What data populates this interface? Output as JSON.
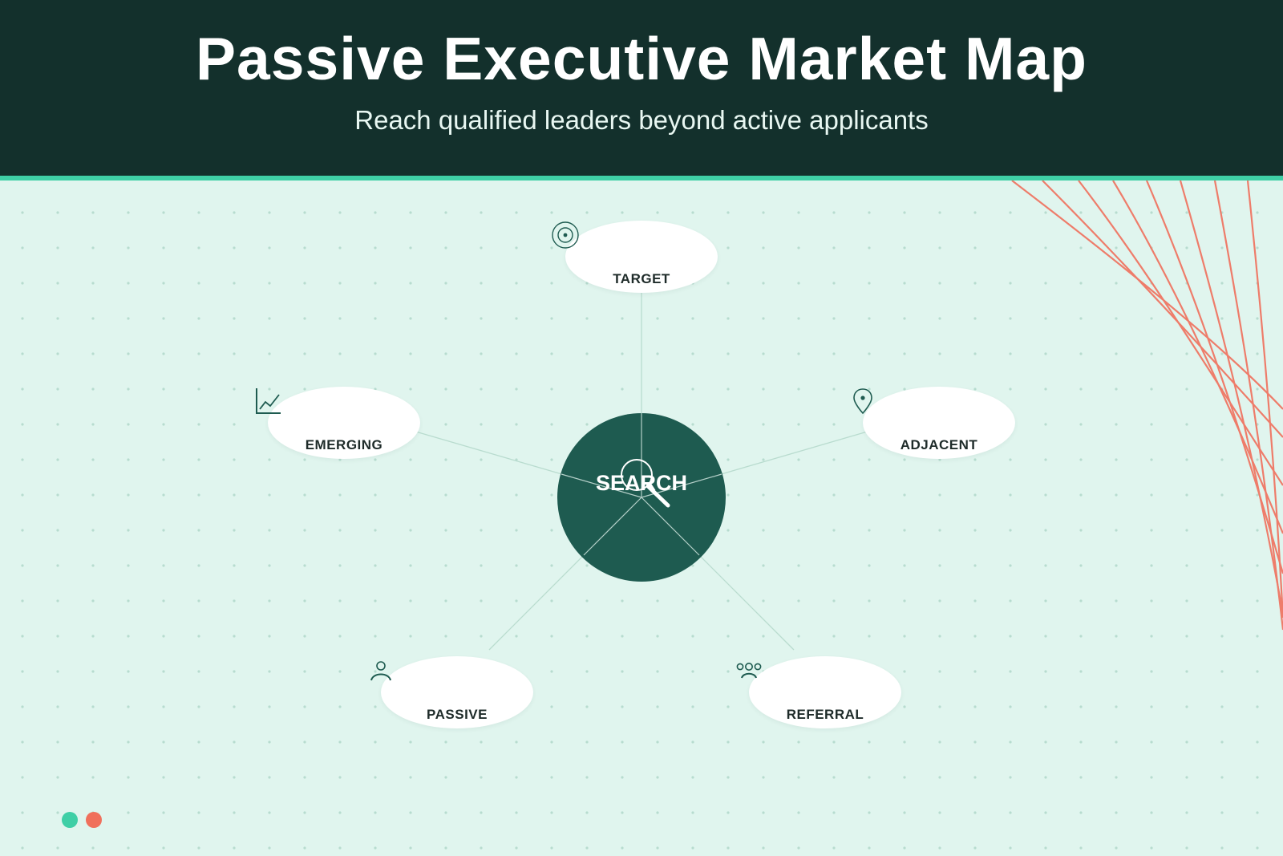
{
  "header": {
    "title": "Passive Executive Market Map",
    "subtitle": "Reach qualified leaders beyond active applicants"
  },
  "diagram": {
    "center": {
      "label": "SEARCH",
      "icon": "magnifier-icon"
    },
    "nodes": [
      {
        "label": "TARGET",
        "icon": "target-icon"
      },
      {
        "label": "ADJACENT",
        "icon": "location-pin-icon"
      },
      {
        "label": "REFERRAL",
        "icon": "people-group-icon"
      },
      {
        "label": "PASSIVE",
        "icon": "person-icon"
      },
      {
        "label": "EMERGING",
        "icon": "line-chart-icon"
      }
    ]
  },
  "colors": {
    "header_bg": "#13302c",
    "header_rule": "#3fcfa6",
    "canvas_bg": "#e0f5ee",
    "hub_fill": "#1e5b50",
    "accent_coral": "#f0705c",
    "accent_teal": "#3fcfa6",
    "node_fill": "#ffffff"
  },
  "footer": {
    "indicators": [
      "teal",
      "coral"
    ]
  }
}
